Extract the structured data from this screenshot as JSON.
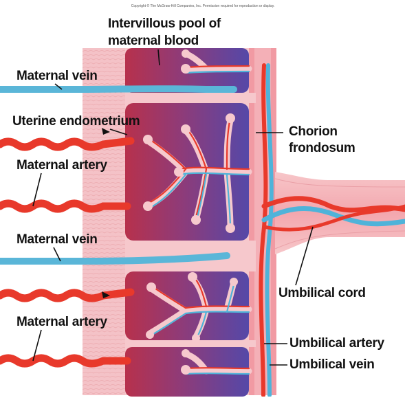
{
  "copyright": "Copyright © The McGraw-Hill Companies, Inc. Permission required for reproduction or display.",
  "labels": {
    "intervillous_line1": "Intervillous pool of",
    "intervillous_line2": "maternal blood",
    "maternal_vein_1": "Maternal vein",
    "uterine_endometrium": "Uterine endometrium",
    "maternal_artery_1": "Maternal artery",
    "chorion_line1": "Chorion",
    "chorion_line2": "frondosum",
    "maternal_vein_2": "Maternal vein",
    "umbilical_cord": "Umbilical cord",
    "maternal_artery_2": "Maternal artery",
    "umbilical_artery": "Umbilical artery",
    "umbilical_vein": "Umbilical vein"
  },
  "colors": {
    "maternal_artery": "#e8392b",
    "maternal_vein": "#5ab6d8",
    "intervillous_pool": "#6a5fb0",
    "endometrium": "#c9314a",
    "placenta_tissue": "#f4b7bd",
    "villi": "#f6c9cd"
  }
}
